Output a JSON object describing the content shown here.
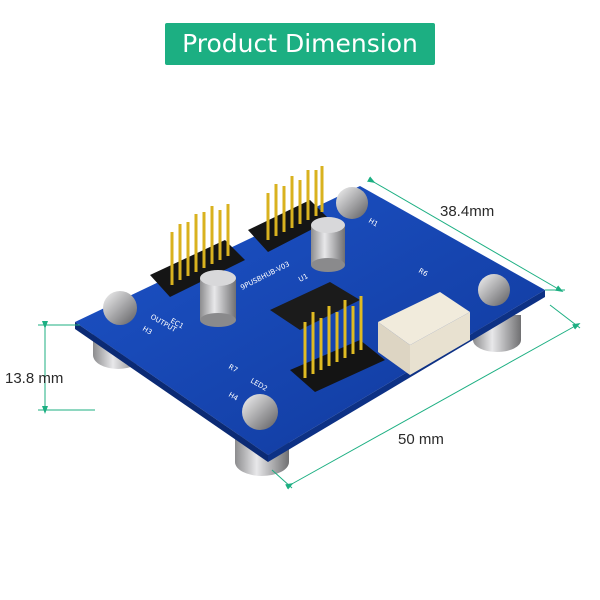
{
  "banner": {
    "title": "Product Dimension",
    "color": "#1caf82"
  },
  "dimensions": {
    "depth": "38.4mm",
    "width": "50 mm",
    "height": "13.8 mm",
    "line_color": "#1caf82"
  },
  "board": {
    "color": "#1446b8",
    "silkscreen": {
      "model": "9PUSBHUB-V03",
      "u1": "U1",
      "output": "OUTPUT",
      "ec1": "EC1",
      "led2": "LED2",
      "r7": "R7",
      "r6": "R6",
      "h4": "H4",
      "h1": "H1",
      "h3": "H3"
    }
  }
}
